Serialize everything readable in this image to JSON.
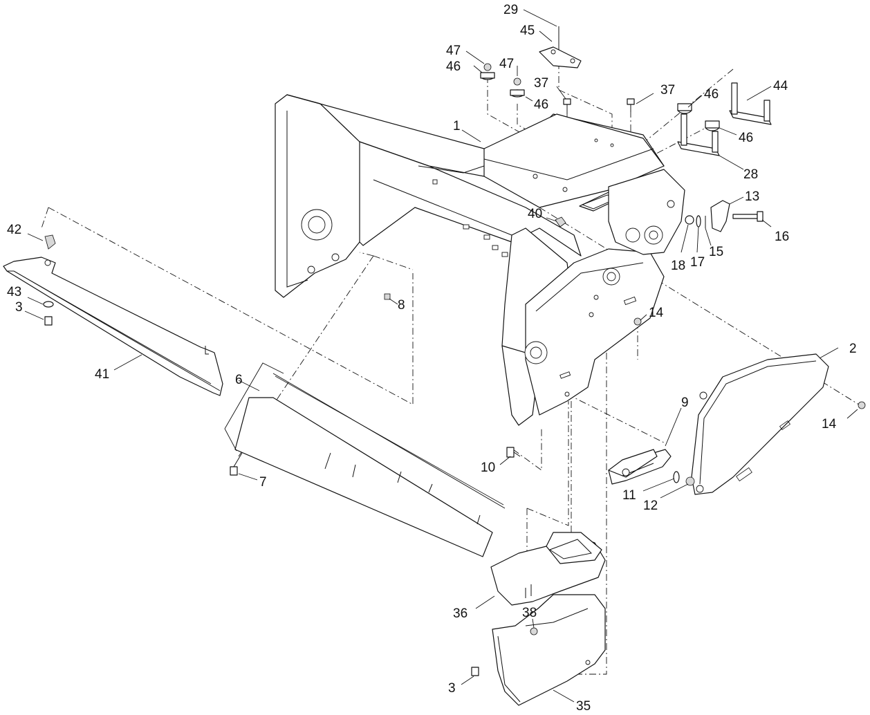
{
  "callouts": [
    {
      "id": "c29",
      "text": "29"
    },
    {
      "id": "c45",
      "text": "45"
    },
    {
      "id": "c47a",
      "text": "47"
    },
    {
      "id": "c46a",
      "text": "46"
    },
    {
      "id": "c47b",
      "text": "47"
    },
    {
      "id": "c37a",
      "text": "37"
    },
    {
      "id": "c37b",
      "text": "37"
    },
    {
      "id": "c46b",
      "text": "46"
    },
    {
      "id": "c44",
      "text": "44"
    },
    {
      "id": "c46c",
      "text": "46"
    },
    {
      "id": "c46d",
      "text": "46"
    },
    {
      "id": "c1",
      "text": "1"
    },
    {
      "id": "c28",
      "text": "28"
    },
    {
      "id": "c13",
      "text": "13"
    },
    {
      "id": "c16",
      "text": "16"
    },
    {
      "id": "c40",
      "text": "40"
    },
    {
      "id": "c18",
      "text": "18"
    },
    {
      "id": "c17",
      "text": "17"
    },
    {
      "id": "c15",
      "text": "15"
    },
    {
      "id": "c42",
      "text": "42"
    },
    {
      "id": "c43",
      "text": "43"
    },
    {
      "id": "c3a",
      "text": "3"
    },
    {
      "id": "c8",
      "text": "8"
    },
    {
      "id": "c14a",
      "text": "14"
    },
    {
      "id": "c2",
      "text": "2"
    },
    {
      "id": "c41",
      "text": "41"
    },
    {
      "id": "c6",
      "text": "6"
    },
    {
      "id": "c14b",
      "text": "14"
    },
    {
      "id": "c9",
      "text": "9"
    },
    {
      "id": "c10",
      "text": "10"
    },
    {
      "id": "c7",
      "text": "7"
    },
    {
      "id": "c11",
      "text": "11"
    },
    {
      "id": "c12",
      "text": "12"
    },
    {
      "id": "c36",
      "text": "36"
    },
    {
      "id": "c38",
      "text": "38"
    },
    {
      "id": "c3b",
      "text": "3"
    },
    {
      "id": "c35",
      "text": "35"
    }
  ]
}
